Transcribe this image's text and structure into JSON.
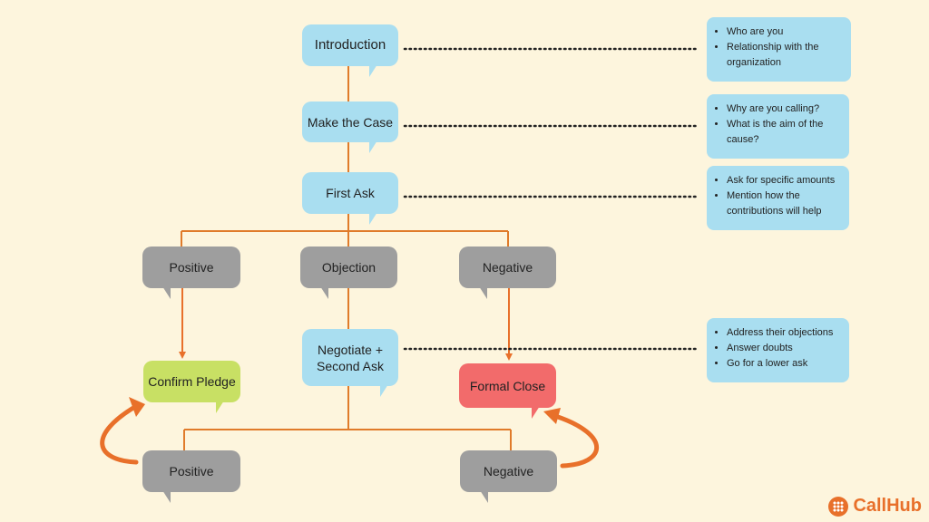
{
  "nodes": {
    "introduction": "Introduction",
    "make_the_case": "Make the Case",
    "first_ask": "First Ask",
    "positive": "Positive",
    "objection": "Objection",
    "negative": "Negative",
    "negotiate": "Negotiate + Second Ask",
    "confirm_pledge": "Confirm Pledge",
    "formal_close": "Formal Close",
    "positive_2": "Positive",
    "negative_2": "Negative"
  },
  "notes": {
    "introduction": [
      "Who are you",
      "Relationship with the organization"
    ],
    "make_the_case": [
      "Why are you calling?",
      "What is the aim of the cause?"
    ],
    "first_ask": [
      "Ask for specific amounts",
      "Mention how the contributions will help"
    ],
    "negotiate": [
      "Address their objections",
      "Answer doubts",
      "Go for a lower ask"
    ]
  },
  "brand": {
    "name": "CallHub",
    "icon": "callhub-logo-icon"
  },
  "colors": {
    "background": "#fdf5dd",
    "blue": "#a9def0",
    "gray": "#9e9e9e",
    "green": "#c8e064",
    "red": "#f26b6b",
    "connector": "#e07b2a"
  }
}
